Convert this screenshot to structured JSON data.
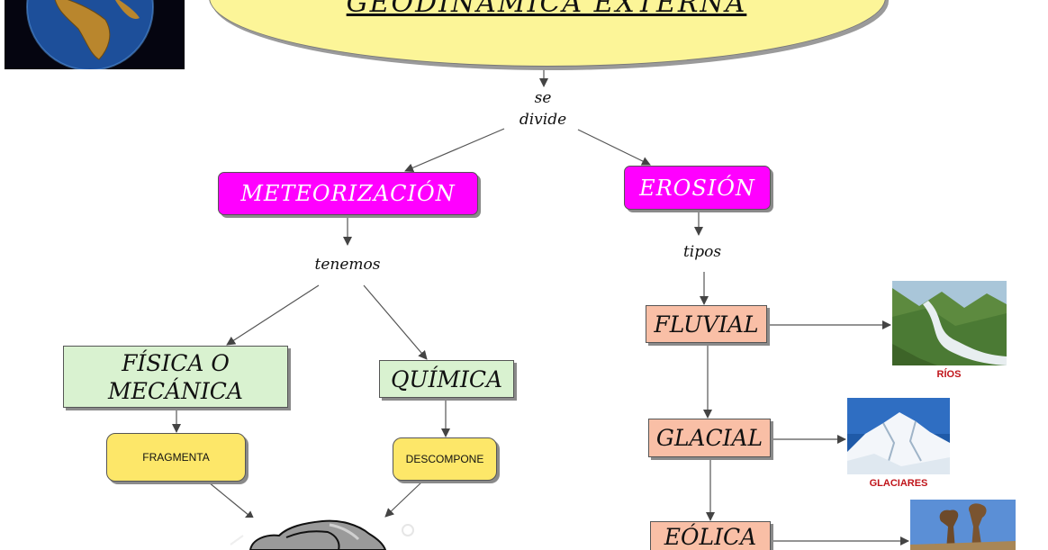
{
  "title": "GEODINÁMICA EXTERNA",
  "links": {
    "se_divide": [
      "se",
      "divide"
    ],
    "tenemos": "tenemos",
    "tipos": "tipos"
  },
  "nodes": {
    "meteorizacion": "METEORIZACIÓN",
    "erosion": "EROSIÓN",
    "fisica": [
      "FÍSICA O",
      "MECÁNICA"
    ],
    "quimica": "QUÍMICA",
    "fragmenta": "FRAGMENTA",
    "descompone": "DESCOMPONE",
    "fluvial": "FLUVIAL",
    "glacial": "GLACIAL",
    "eolica": "EÓLICA"
  },
  "captions": {
    "rios": "RÍOS",
    "glaciares": "GLACIARES"
  },
  "colors": {
    "title_fill": "#fcf598",
    "magenta_fill": "#ff00ff",
    "green_fill": "#d9f2d0",
    "salmon_fill": "#f9bfa6",
    "yellow_fill": "#fde769",
    "caption_red": "#c0141a"
  }
}
